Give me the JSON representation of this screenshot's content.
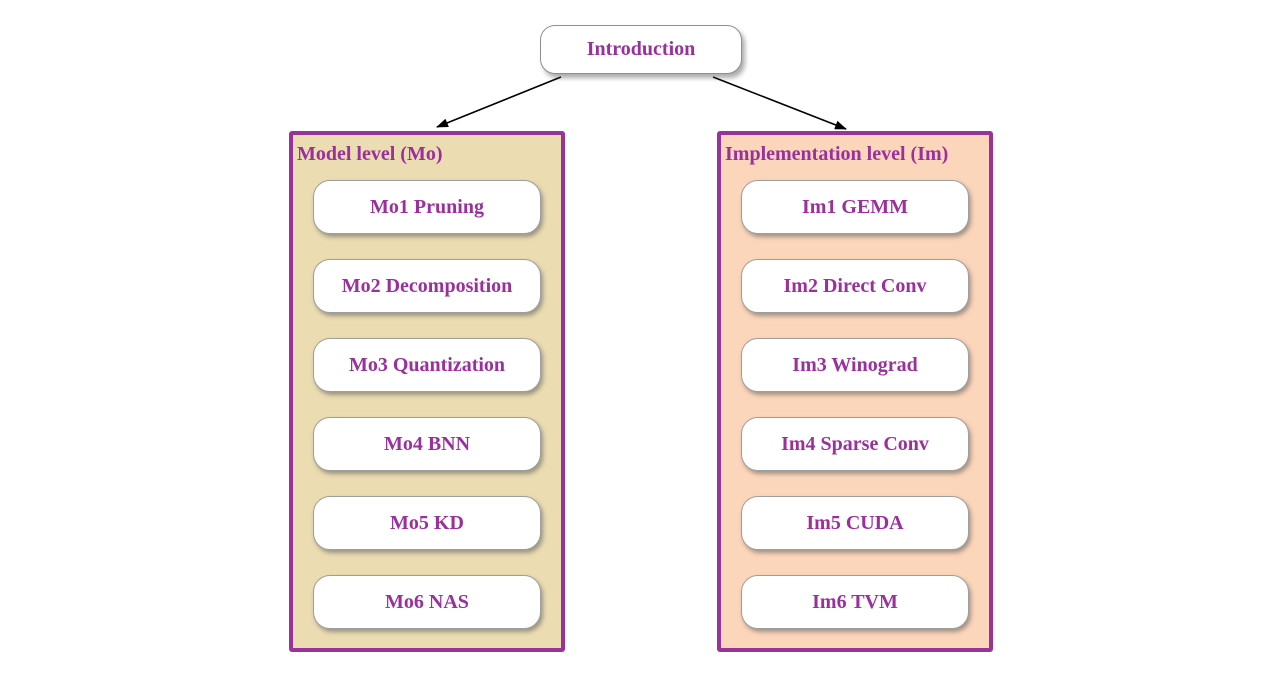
{
  "diagram": {
    "root": {
      "label": "Introduction"
    },
    "columns": [
      {
        "id": "model-level",
        "title": "Model level (Mo)",
        "fill": "#ebdcb1",
        "items": [
          "Mo1 Pruning",
          "Mo2 Decomposition",
          "Mo3 Quantization",
          "Mo4 BNN",
          "Mo5 KD",
          "Mo6 NAS"
        ]
      },
      {
        "id": "implementation-level",
        "title": "Implementation level (Im)",
        "fill": "#fcd6ba",
        "items": [
          "Im1 GEMM",
          "Im2 Direct Conv",
          "Im3 Winograd",
          "Im4 Sparse Conv",
          "Im5 CUDA",
          "Im6 TVM"
        ]
      }
    ],
    "colors": {
      "accent_purple": "#993399",
      "text_purple": "#9b2f9e",
      "arrow": "#000000",
      "node_background": "#ffffff"
    }
  }
}
